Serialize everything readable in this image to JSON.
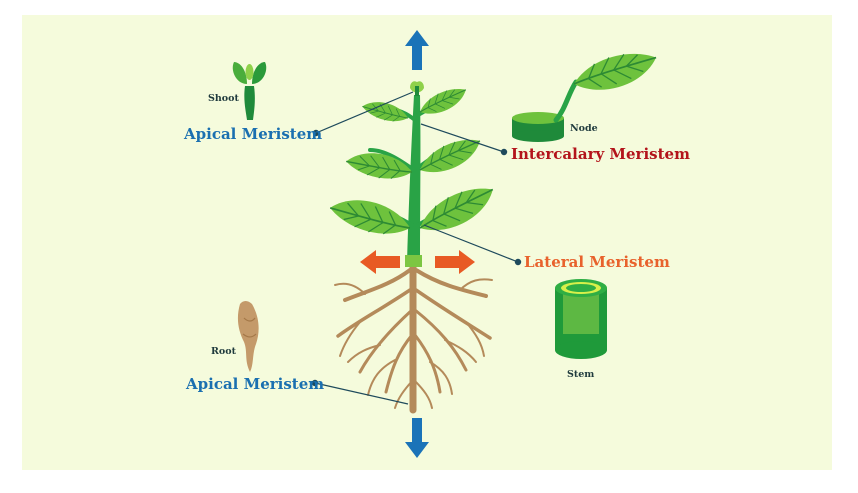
{
  "labels": {
    "shoot": "Shoot",
    "apical_top": "Apical Meristem",
    "node": "Node",
    "intercalary": "Intercalary Meristem",
    "lateral": "Lateral Meristem",
    "root": "Root",
    "apical_bottom": "Apical Meristem",
    "stem": "Stem"
  },
  "colors": {
    "background": "#f5fbdc",
    "leaf_dark": "#2b9a3a",
    "leaf_light": "#7cc642",
    "stem_green": "#29a346",
    "root_brown": "#b48a5a",
    "arrow_blue": "#1a73b8",
    "arrow_orange": "#e85a24",
    "label_blue": "#1a6fb0",
    "label_red": "#b3141b",
    "label_orange": "#e8622c"
  },
  "icons": [
    "arrow-up-icon",
    "arrow-down-icon",
    "arrow-left-icon",
    "arrow-right-icon",
    "shoot-icon",
    "root-icon",
    "node-leaf-icon",
    "stem-cylinder-icon"
  ]
}
